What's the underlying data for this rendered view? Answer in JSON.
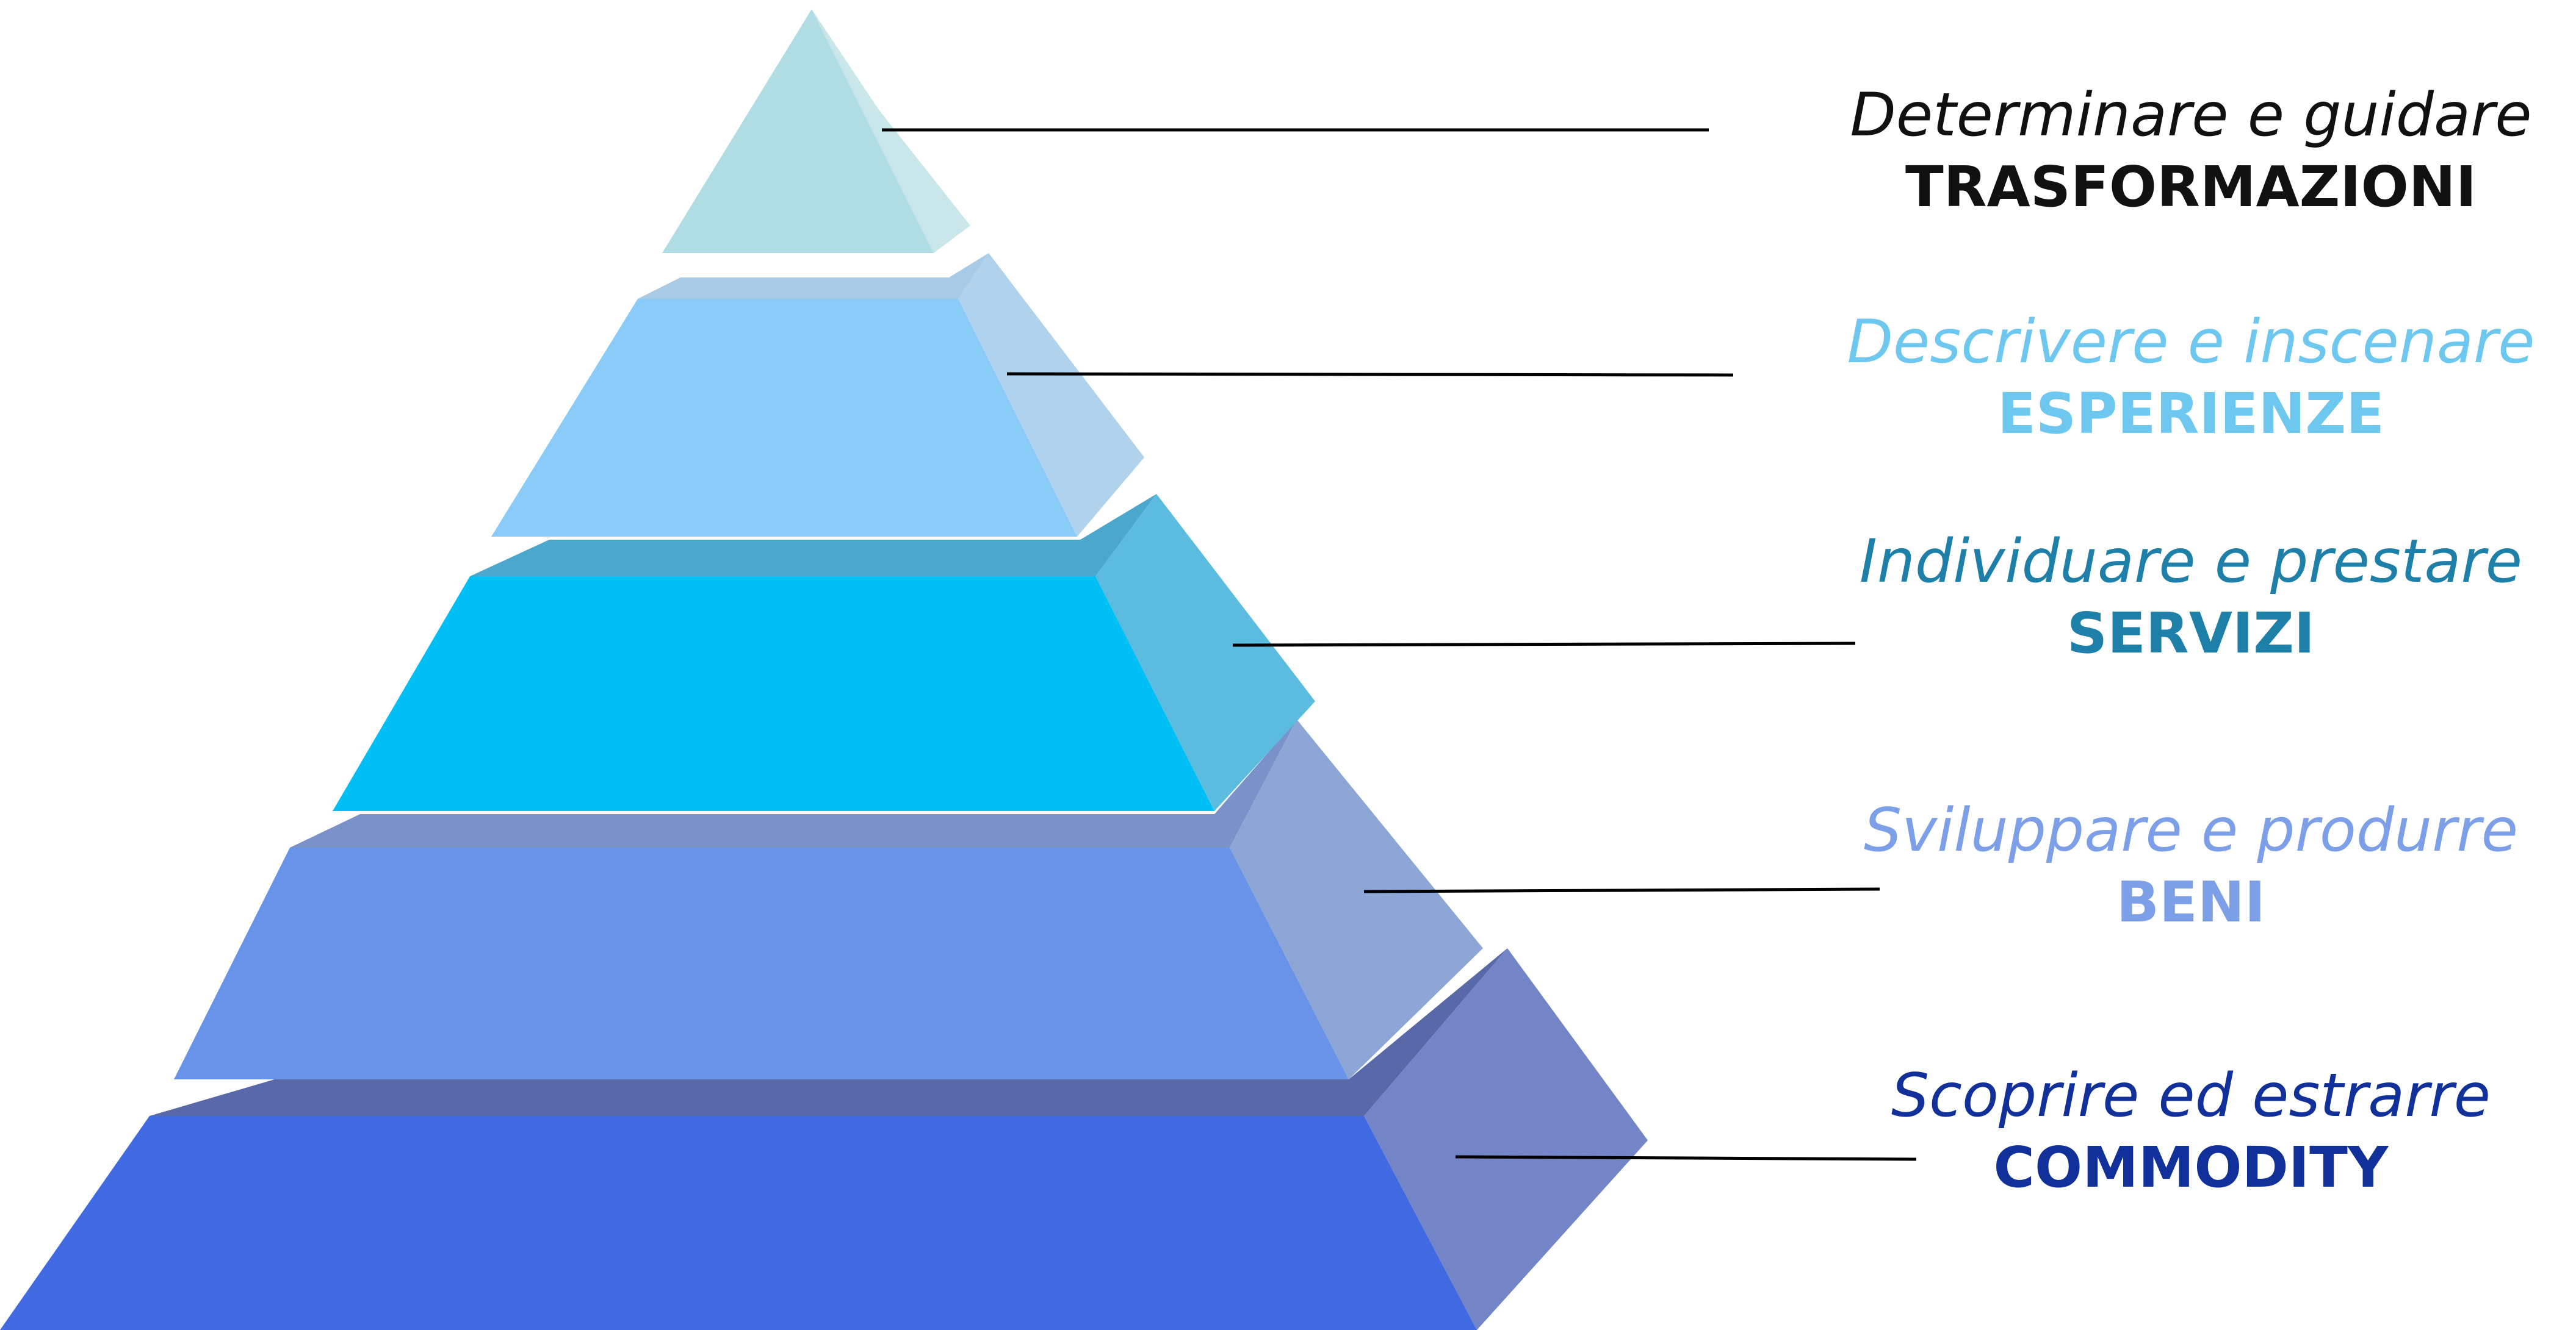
{
  "colors": {
    "background": "#ffffff",
    "leader_line": "#000000"
  },
  "levels": [
    {
      "id": "trasformazioni",
      "verb": "Determinare e guidare",
      "noun": "TRASFORMAZIONI",
      "text_color": "#111111",
      "front_color": "#b0dde3",
      "side_color": "#c9e6ea",
      "top_color": "#c9e6ea"
    },
    {
      "id": "esperienze",
      "verb": "Descrivere e inscenare",
      "noun": "ESPERIENZE",
      "text_color": "#6ec7ee",
      "front_color": "#8accf7",
      "side_color": "#b0d2ec",
      "top_color": "#a7cbe6"
    },
    {
      "id": "servizi",
      "verb": "Individuare e prestare",
      "noun": "SERVIZI",
      "text_color": "#1e7fa8",
      "front_color": "#00bff5",
      "side_color": "#5bbcdf",
      "top_color": "#4ba7cb"
    },
    {
      "id": "beni",
      "verb": "Sviluppare e produrre",
      "noun": "BENI",
      "text_color": "#7c9fe8",
      "front_color": "#6893e8",
      "side_color": "#8ea6d5",
      "top_color": "#7a92c9"
    },
    {
      "id": "commodity",
      "verb": "Scoprire ed estrarre",
      "noun": "COMMODITY",
      "text_color": "#12309a",
      "front_color": "#4169e1",
      "side_color": "#7385c6",
      "top_color": "#5868a8"
    }
  ]
}
